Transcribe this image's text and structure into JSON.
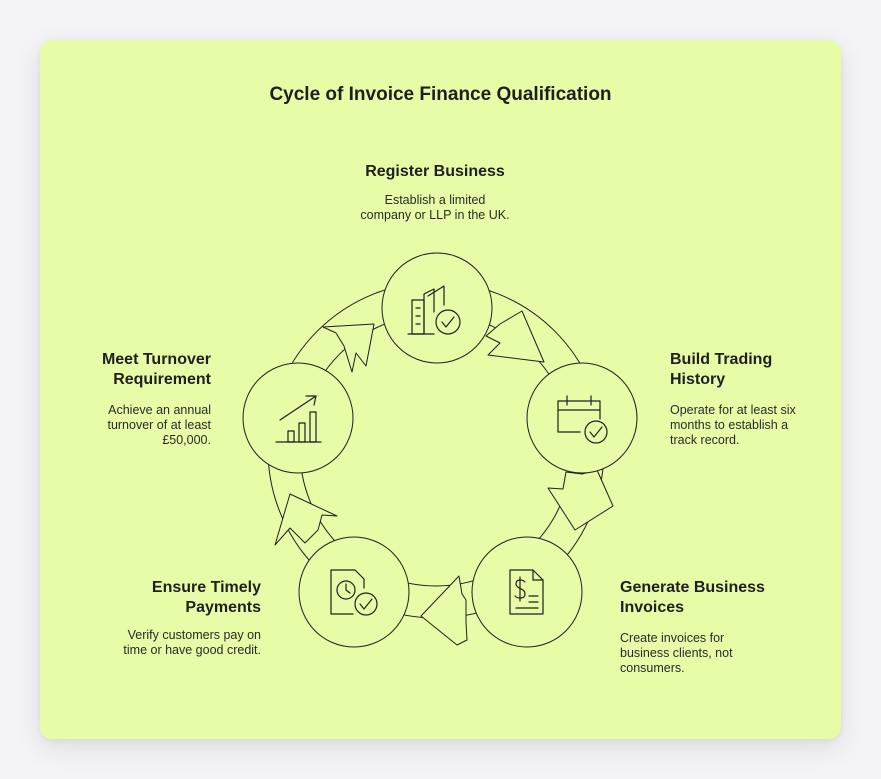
{
  "title": "Cycle of Invoice Finance Qualification",
  "colors": {
    "background": "#e6fca7",
    "stroke": "#1f1f1f",
    "text": "#1f1f1f"
  },
  "steps": [
    {
      "title": "Register Business",
      "description": "Establish a limited\ncompany or LLP in the UK.",
      "icon": "building-check-icon"
    },
    {
      "title": "Build Trading\nHistory",
      "description": "Operate for at least six\nmonths to establish a\ntrack record.",
      "icon": "calendar-check-icon"
    },
    {
      "title": "Generate Business\nInvoices",
      "description": "Create invoices for\nbusiness clients, not\nconsumers.",
      "icon": "invoice-document-icon"
    },
    {
      "title": "Ensure Timely\nPayments",
      "description": "Verify customers pay on\ntime or have good credit.",
      "icon": "clock-check-icon"
    },
    {
      "title": "Meet Turnover\nRequirement",
      "description": "Achieve an annual\nturnover of at least\n£50,000.",
      "icon": "growth-chart-icon"
    }
  ]
}
